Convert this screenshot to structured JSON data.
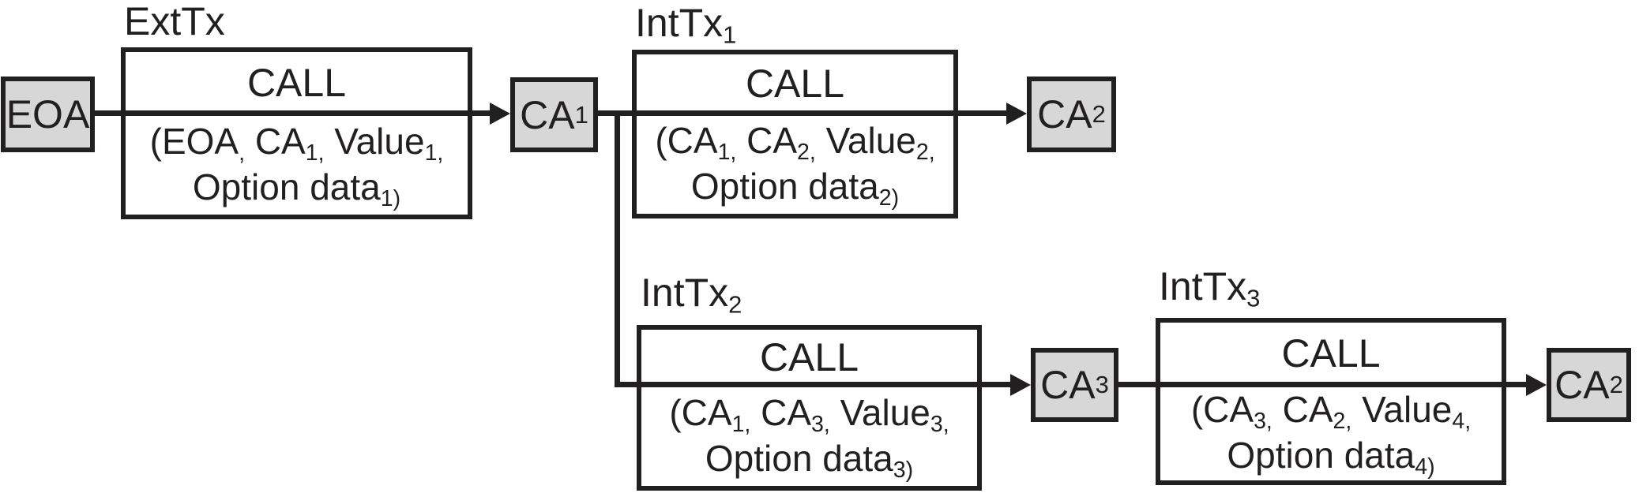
{
  "diagram": {
    "description": "External and internal transaction flow between an EOA and contract accounts",
    "colors": {
      "background": "#ffffff",
      "node_fill": "#d7d7d7",
      "box_fill": "#ffffff",
      "line": "#221f20"
    },
    "nodes": {
      "eoa": "EOA",
      "ca1": "CA~1~",
      "ca2_top": "CA~2~",
      "ca3": "CA~3~",
      "ca2_bottom": "CA~2~"
    },
    "transactions": {
      "ext_tx": {
        "label": "ExtTx",
        "operation": "CALL",
        "params_line1": "(EOA~,~ CA~1,~ Value~1,~",
        "params_line2": "Option data~1)~"
      },
      "int_tx1": {
        "label": "IntTx~1~",
        "operation": "CALL",
        "params_line1": "(CA~1,~ CA~2,~ Value~2,~",
        "params_line2": "Option data~2)~"
      },
      "int_tx2": {
        "label": "IntTx~2~",
        "operation": "CALL",
        "params_line1": "(CA~1,~ CA~3,~ Value~3,~",
        "params_line2": "Option data~3)~"
      },
      "int_tx3": {
        "label": "IntTx~3~",
        "operation": "CALL",
        "params_line1": "(CA~3,~ CA~2,~ Value~4,~",
        "params_line2": "Option data~4)~"
      }
    }
  }
}
